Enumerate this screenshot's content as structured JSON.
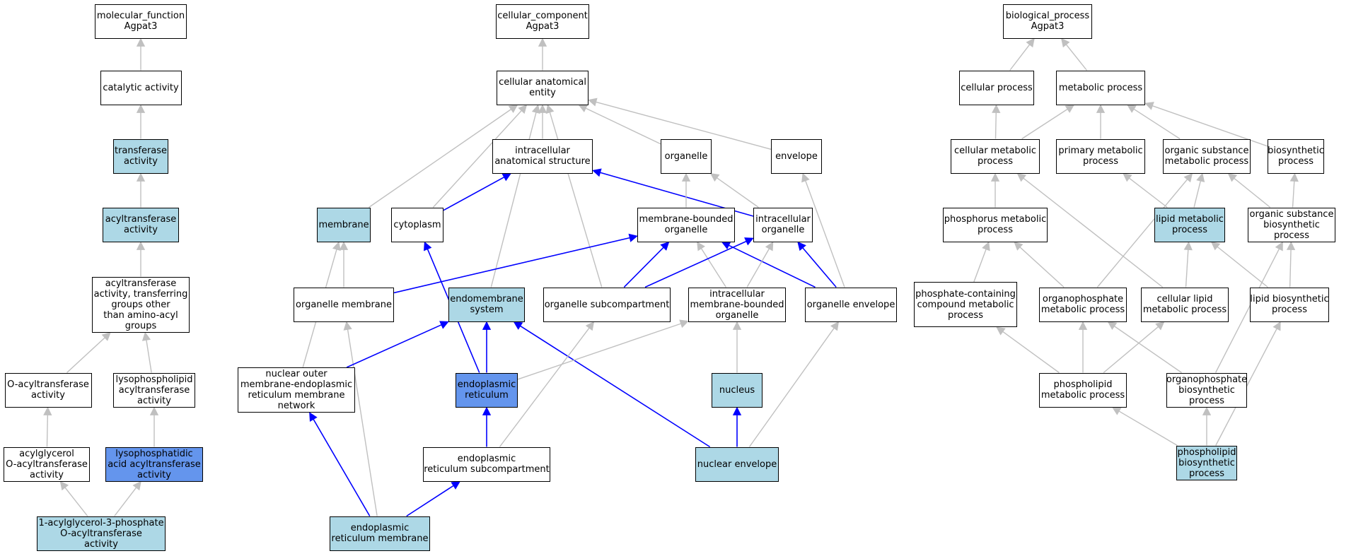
{
  "colors": {
    "node_default": "#ffffff",
    "node_light": "#add8e6",
    "node_dark": "#6495ed",
    "edge_gray": "#c0c0c0",
    "edge_blue": "#0000ff",
    "border": "#000000"
  },
  "nodes": [
    {
      "id": "mf",
      "lines": [
        "molecular_function",
        "Agpat3"
      ],
      "fill": "default"
    },
    {
      "id": "catalytic",
      "lines": [
        "catalytic activity"
      ],
      "fill": "default"
    },
    {
      "id": "transferase",
      "lines": [
        "transferase",
        "activity"
      ],
      "fill": "light"
    },
    {
      "id": "acyltransferase",
      "lines": [
        "acyltransferase",
        "activity"
      ],
      "fill": "light"
    },
    {
      "id": "acyl_other",
      "lines": [
        "acyltransferase",
        "activity, transferring",
        "groups other",
        "than amino-acyl",
        "groups"
      ],
      "fill": "default"
    },
    {
      "id": "o_acyl",
      "lines": [
        "O-acyltransferase",
        "activity"
      ],
      "fill": "default"
    },
    {
      "id": "lysophospholipid",
      "lines": [
        "lysophospholipid",
        "acyltransferase",
        "activity"
      ],
      "fill": "default"
    },
    {
      "id": "acylglycerol",
      "lines": [
        "acylglycerol",
        "O-acyltransferase",
        "activity"
      ],
      "fill": "default"
    },
    {
      "id": "lpa",
      "lines": [
        "lysophosphatidic",
        "acid acyltransferase",
        "activity"
      ],
      "fill": "dark"
    },
    {
      "id": "agpat",
      "lines": [
        "1-acylglycerol-3-phosphate",
        "O-acyltransferase",
        "activity"
      ],
      "fill": "light"
    },
    {
      "id": "cc",
      "lines": [
        "cellular_component",
        "Agpat3"
      ],
      "fill": "default"
    },
    {
      "id": "cae",
      "lines": [
        "cellular anatomical",
        "entity"
      ],
      "fill": "default"
    },
    {
      "id": "ias",
      "lines": [
        "intracellular",
        "anatomical structure"
      ],
      "fill": "default"
    },
    {
      "id": "organelle",
      "lines": [
        "organelle"
      ],
      "fill": "default"
    },
    {
      "id": "envelope",
      "lines": [
        "envelope"
      ],
      "fill": "default"
    },
    {
      "id": "membrane",
      "lines": [
        "membrane"
      ],
      "fill": "light"
    },
    {
      "id": "cytoplasm",
      "lines": [
        "cytoplasm"
      ],
      "fill": "default"
    },
    {
      "id": "mbo",
      "lines": [
        "membrane-bounded",
        "organelle"
      ],
      "fill": "default"
    },
    {
      "id": "io",
      "lines": [
        "intracellular",
        "organelle"
      ],
      "fill": "default"
    },
    {
      "id": "org_membrane",
      "lines": [
        "organelle membrane"
      ],
      "fill": "default"
    },
    {
      "id": "endomembrane",
      "lines": [
        "endomembrane",
        "system"
      ],
      "fill": "light"
    },
    {
      "id": "org_subcomp",
      "lines": [
        "organelle subcompartment"
      ],
      "fill": "default"
    },
    {
      "id": "imbo",
      "lines": [
        "intracellular",
        "membrane-bounded",
        "organelle"
      ],
      "fill": "default"
    },
    {
      "id": "org_envelope",
      "lines": [
        "organelle envelope"
      ],
      "fill": "default"
    },
    {
      "id": "nucl_outer",
      "lines": [
        "nuclear outer",
        "membrane-endoplasmic",
        "reticulum membrane",
        "network"
      ],
      "fill": "default"
    },
    {
      "id": "er",
      "lines": [
        "endoplasmic",
        "reticulum"
      ],
      "fill": "dark"
    },
    {
      "id": "nucleus",
      "lines": [
        "nucleus"
      ],
      "fill": "light"
    },
    {
      "id": "er_subcomp",
      "lines": [
        "endoplasmic",
        "reticulum subcompartment"
      ],
      "fill": "default"
    },
    {
      "id": "nuc_envelope",
      "lines": [
        "nuclear envelope"
      ],
      "fill": "light"
    },
    {
      "id": "er_membrane",
      "lines": [
        "endoplasmic",
        "reticulum membrane"
      ],
      "fill": "light"
    },
    {
      "id": "bp",
      "lines": [
        "biological_process",
        "Agpat3"
      ],
      "fill": "default"
    },
    {
      "id": "cell_proc",
      "lines": [
        "cellular process"
      ],
      "fill": "default"
    },
    {
      "id": "met_proc",
      "lines": [
        "metabolic process"
      ],
      "fill": "default"
    },
    {
      "id": "cell_met",
      "lines": [
        "cellular metabolic",
        "process"
      ],
      "fill": "default"
    },
    {
      "id": "prim_met",
      "lines": [
        "primary metabolic",
        "process"
      ],
      "fill": "default"
    },
    {
      "id": "org_sub_met",
      "lines": [
        "organic substance",
        "metabolic process"
      ],
      "fill": "default"
    },
    {
      "id": "biosyn",
      "lines": [
        "biosynthetic",
        "process"
      ],
      "fill": "default"
    },
    {
      "id": "phos_met",
      "lines": [
        "phosphorus metabolic",
        "process"
      ],
      "fill": "default"
    },
    {
      "id": "lipid_met",
      "lines": [
        "lipid metabolic",
        "process"
      ],
      "fill": "light"
    },
    {
      "id": "org_sub_bio",
      "lines": [
        "organic substance",
        "biosynthetic",
        "process"
      ],
      "fill": "default"
    },
    {
      "id": "phos_cont",
      "lines": [
        "phosphate-containing",
        "compound metabolic",
        "process"
      ],
      "fill": "default"
    },
    {
      "id": "orgphos_met",
      "lines": [
        "organophosphate",
        "metabolic process"
      ],
      "fill": "default"
    },
    {
      "id": "cell_lipid",
      "lines": [
        "cellular lipid",
        "metabolic process"
      ],
      "fill": "default"
    },
    {
      "id": "lipid_bio",
      "lines": [
        "lipid biosynthetic",
        "process"
      ],
      "fill": "default"
    },
    {
      "id": "phospholipid_met",
      "lines": [
        "phospholipid",
        "metabolic process"
      ],
      "fill": "default"
    },
    {
      "id": "orgphos_bio",
      "lines": [
        "organophosphate",
        "biosynthetic",
        "process"
      ],
      "fill": "default"
    },
    {
      "id": "phospholipid_bio",
      "lines": [
        "phospholipid",
        "biosynthetic",
        "process"
      ],
      "fill": "light"
    }
  ],
  "edges": [
    {
      "from": "catalytic",
      "to": "mf",
      "color": "gray"
    },
    {
      "from": "transferase",
      "to": "catalytic",
      "color": "gray"
    },
    {
      "from": "acyltransferase",
      "to": "transferase",
      "color": "gray"
    },
    {
      "from": "acyl_other",
      "to": "acyltransferase",
      "color": "gray"
    },
    {
      "from": "o_acyl",
      "to": "acyl_other",
      "color": "gray"
    },
    {
      "from": "lysophospholipid",
      "to": "acyl_other",
      "color": "gray"
    },
    {
      "from": "acylglycerol",
      "to": "o_acyl",
      "color": "gray"
    },
    {
      "from": "lpa",
      "to": "lysophospholipid",
      "color": "gray"
    },
    {
      "from": "agpat",
      "to": "acylglycerol",
      "color": "gray"
    },
    {
      "from": "agpat",
      "to": "lpa",
      "color": "gray"
    },
    {
      "from": "cae",
      "to": "cc",
      "color": "gray"
    },
    {
      "from": "ias",
      "to": "cae",
      "color": "gray"
    },
    {
      "from": "organelle",
      "to": "cae",
      "color": "gray"
    },
    {
      "from": "envelope",
      "to": "cae",
      "color": "gray"
    },
    {
      "from": "membrane",
      "to": "cae",
      "color": "gray"
    },
    {
      "from": "cytoplasm",
      "to": "cae",
      "color": "gray"
    },
    {
      "from": "endomembrane",
      "to": "cae",
      "color": "gray"
    },
    {
      "from": "org_subcomp",
      "to": "cae",
      "color": "gray"
    },
    {
      "from": "cytoplasm",
      "to": "ias",
      "color": "blue"
    },
    {
      "from": "io",
      "to": "ias",
      "color": "blue"
    },
    {
      "from": "mbo",
      "to": "organelle",
      "color": "gray"
    },
    {
      "from": "io",
      "to": "organelle",
      "color": "gray"
    },
    {
      "from": "org_envelope",
      "to": "envelope",
      "color": "gray"
    },
    {
      "from": "org_membrane",
      "to": "membrane",
      "color": "gray"
    },
    {
      "from": "nucl_outer",
      "to": "membrane",
      "color": "gray"
    },
    {
      "from": "org_membrane",
      "to": "mbo",
      "color": "blue"
    },
    {
      "from": "org_subcomp",
      "to": "mbo",
      "color": "blue"
    },
    {
      "from": "imbo",
      "to": "mbo",
      "color": "gray"
    },
    {
      "from": "org_envelope",
      "to": "mbo",
      "color": "blue"
    },
    {
      "from": "org_subcomp",
      "to": "io",
      "color": "blue"
    },
    {
      "from": "imbo",
      "to": "io",
      "color": "gray"
    },
    {
      "from": "org_envelope",
      "to": "io",
      "color": "blue"
    },
    {
      "from": "er",
      "to": "cytoplasm",
      "color": "blue"
    },
    {
      "from": "er_membrane",
      "to": "org_membrane",
      "color": "gray"
    },
    {
      "from": "nucl_outer",
      "to": "endomembrane",
      "color": "blue"
    },
    {
      "from": "er",
      "to": "endomembrane",
      "color": "blue"
    },
    {
      "from": "nuc_envelope",
      "to": "endomembrane",
      "color": "blue"
    },
    {
      "from": "er_subcomp",
      "to": "org_subcomp",
      "color": "gray"
    },
    {
      "from": "er",
      "to": "imbo",
      "color": "gray"
    },
    {
      "from": "nucleus",
      "to": "imbo",
      "color": "gray"
    },
    {
      "from": "nuc_envelope",
      "to": "org_envelope",
      "color": "gray"
    },
    {
      "from": "er_membrane",
      "to": "nucl_outer",
      "color": "blue"
    },
    {
      "from": "er_subcomp",
      "to": "er",
      "color": "blue"
    },
    {
      "from": "nuc_envelope",
      "to": "nucleus",
      "color": "blue"
    },
    {
      "from": "er_membrane",
      "to": "er_subcomp",
      "color": "blue"
    },
    {
      "from": "cell_proc",
      "to": "bp",
      "color": "gray"
    },
    {
      "from": "met_proc",
      "to": "bp",
      "color": "gray"
    },
    {
      "from": "cell_met",
      "to": "cell_proc",
      "color": "gray"
    },
    {
      "from": "cell_met",
      "to": "met_proc",
      "color": "gray"
    },
    {
      "from": "prim_met",
      "to": "met_proc",
      "color": "gray"
    },
    {
      "from": "org_sub_met",
      "to": "met_proc",
      "color": "gray"
    },
    {
      "from": "biosyn",
      "to": "met_proc",
      "color": "gray"
    },
    {
      "from": "phos_met",
      "to": "cell_met",
      "color": "gray"
    },
    {
      "from": "cell_lipid",
      "to": "cell_met",
      "color": "gray"
    },
    {
      "from": "lipid_met",
      "to": "prim_met",
      "color": "gray"
    },
    {
      "from": "lipid_met",
      "to": "org_sub_met",
      "color": "gray"
    },
    {
      "from": "orgphos_met",
      "to": "org_sub_met",
      "color": "gray"
    },
    {
      "from": "org_sub_bio",
      "to": "org_sub_met",
      "color": "gray"
    },
    {
      "from": "org_sub_bio",
      "to": "biosyn",
      "color": "gray"
    },
    {
      "from": "phos_cont",
      "to": "phos_met",
      "color": "gray"
    },
    {
      "from": "orgphos_met",
      "to": "phos_met",
      "color": "gray"
    },
    {
      "from": "cell_lipid",
      "to": "lipid_met",
      "color": "gray"
    },
    {
      "from": "lipid_bio",
      "to": "lipid_met",
      "color": "gray"
    },
    {
      "from": "lipid_bio",
      "to": "org_sub_bio",
      "color": "gray"
    },
    {
      "from": "orgphos_bio",
      "to": "org_sub_bio",
      "color": "gray"
    },
    {
      "from": "phospholipid_met",
      "to": "phos_cont",
      "color": "gray"
    },
    {
      "from": "phospholipid_met",
      "to": "orgphos_met",
      "color": "gray"
    },
    {
      "from": "orgphos_bio",
      "to": "orgphos_met",
      "color": "gray"
    },
    {
      "from": "phospholipid_met",
      "to": "cell_lipid",
      "color": "gray"
    },
    {
      "from": "phospholipid_bio",
      "to": "lipid_bio",
      "color": "gray"
    },
    {
      "from": "phospholipid_bio",
      "to": "phospholipid_met",
      "color": "gray"
    },
    {
      "from": "phospholipid_bio",
      "to": "orgphos_bio",
      "color": "gray"
    }
  ]
}
